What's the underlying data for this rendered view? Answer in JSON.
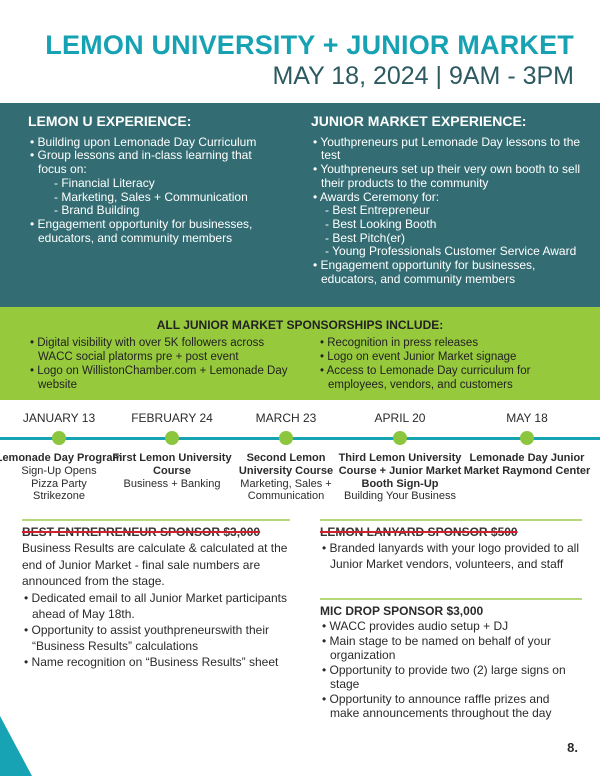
{
  "header": {
    "title": "LEMON UNIVERSITY + JUNIOR MARKET",
    "date": "MAY 18, 2024 | 9AM - 3PM"
  },
  "lemon_u": {
    "heading": "LEMON U EXPERIENCE:",
    "items": [
      {
        "t": "• Building upon Lemonade Day Curriculum",
        "c": ""
      },
      {
        "t": "• Group lessons and in-class learning that focus on:",
        "c": ""
      },
      {
        "t": "- Financial Literacy",
        "c": "sub"
      },
      {
        "t": "- Marketing, Sales + Communication",
        "c": "sub"
      },
      {
        "t": "- Brand Building",
        "c": "sub"
      },
      {
        "t": "• Engagement opportunity for businesses, educators, and community members",
        "c": ""
      }
    ]
  },
  "junior_market": {
    "heading": "JUNIOR MARKET EXPERIENCE:",
    "items": [
      {
        "t": "• Youthpreneurs put Lemonade Day lessons to the test",
        "c": ""
      },
      {
        "t": "• Youthpreneurs set up their very own booth to sell their products to the community",
        "c": ""
      },
      {
        "t": "• Awards Ceremony for:",
        "c": ""
      },
      {
        "t": "- Best Entrepreneur",
        "c": "sub2"
      },
      {
        "t": "- Best Looking Booth",
        "c": "sub2"
      },
      {
        "t": "- Best Pitch(er)",
        "c": "sub2"
      },
      {
        "t": "- Young Professionals Customer Service Award",
        "c": "sub2"
      },
      {
        "t": "• Engagement opportunity for businesses, educators, and community members",
        "c": ""
      }
    ]
  },
  "all_sponsorships": {
    "heading": "ALL JUNIOR MARKET SPONSORSHIPS INCLUDE:",
    "left": [
      "• Digital visibility with over 5K followers across WACC social platorms pre + post event",
      "• Logo on WillistonChamber.com + Lemonade Day website"
    ],
    "right": [
      "• Recognition in press releases",
      "• Logo on event Junior Market signage",
      "• Access to Lemonade Day curriculum for employees, vendors, and customers"
    ]
  },
  "timeline": [
    {
      "date": "JANUARY 13",
      "bold": "Lemonade Day Program",
      "detail": "Sign-Up Opens\nPizza Party\nStrikezone"
    },
    {
      "date": "FEBRUARY 24",
      "bold": "First Lemon University Course",
      "detail": "Business + Banking"
    },
    {
      "date": "MARCH 23",
      "bold": "Second Lemon University Course",
      "detail": "Marketing, Sales + Communication"
    },
    {
      "date": "APRIL 20",
      "bold": "Third Lemon University Course + Junior Market Booth Sign-Up",
      "detail": "Building Your Business"
    },
    {
      "date": "MAY 18",
      "bold": "Lemonade Day Junior Market Raymond Center",
      "detail": ""
    }
  ],
  "sponsors": {
    "best_entrepreneur": {
      "heading": "BEST ENTREPRENEUR SPONSOR $3,000",
      "intro": "Business Results are calculate & calculated at the end of Junior Market - final sale numbers are announced from the stage.",
      "items": [
        "• Dedicated email to all Junior Market participants ahead of May 18th.",
        "• Opportunity to assist youthpreneurswith their “Business Results” calculations",
        "• Name recognition on “Business Results” sheet"
      ]
    },
    "lanyard": {
      "heading": "LEMON LANYARD SPONSOR $500",
      "items": [
        "• Branded lanyards with your logo provided to all Junior Market vendors, volunteers, and staff"
      ]
    },
    "mic_drop": {
      "heading": "MIC DROP SPONSOR $3,000",
      "items": [
        "• WACC provides audio setup + DJ",
        "• Main stage to be named on behalf of your organization",
        "• Opportunity to provide two (2) large signs on stage",
        "• Opportunity to announce raffle prizes and make announcements throughout the day"
      ]
    }
  },
  "page_number": "8."
}
